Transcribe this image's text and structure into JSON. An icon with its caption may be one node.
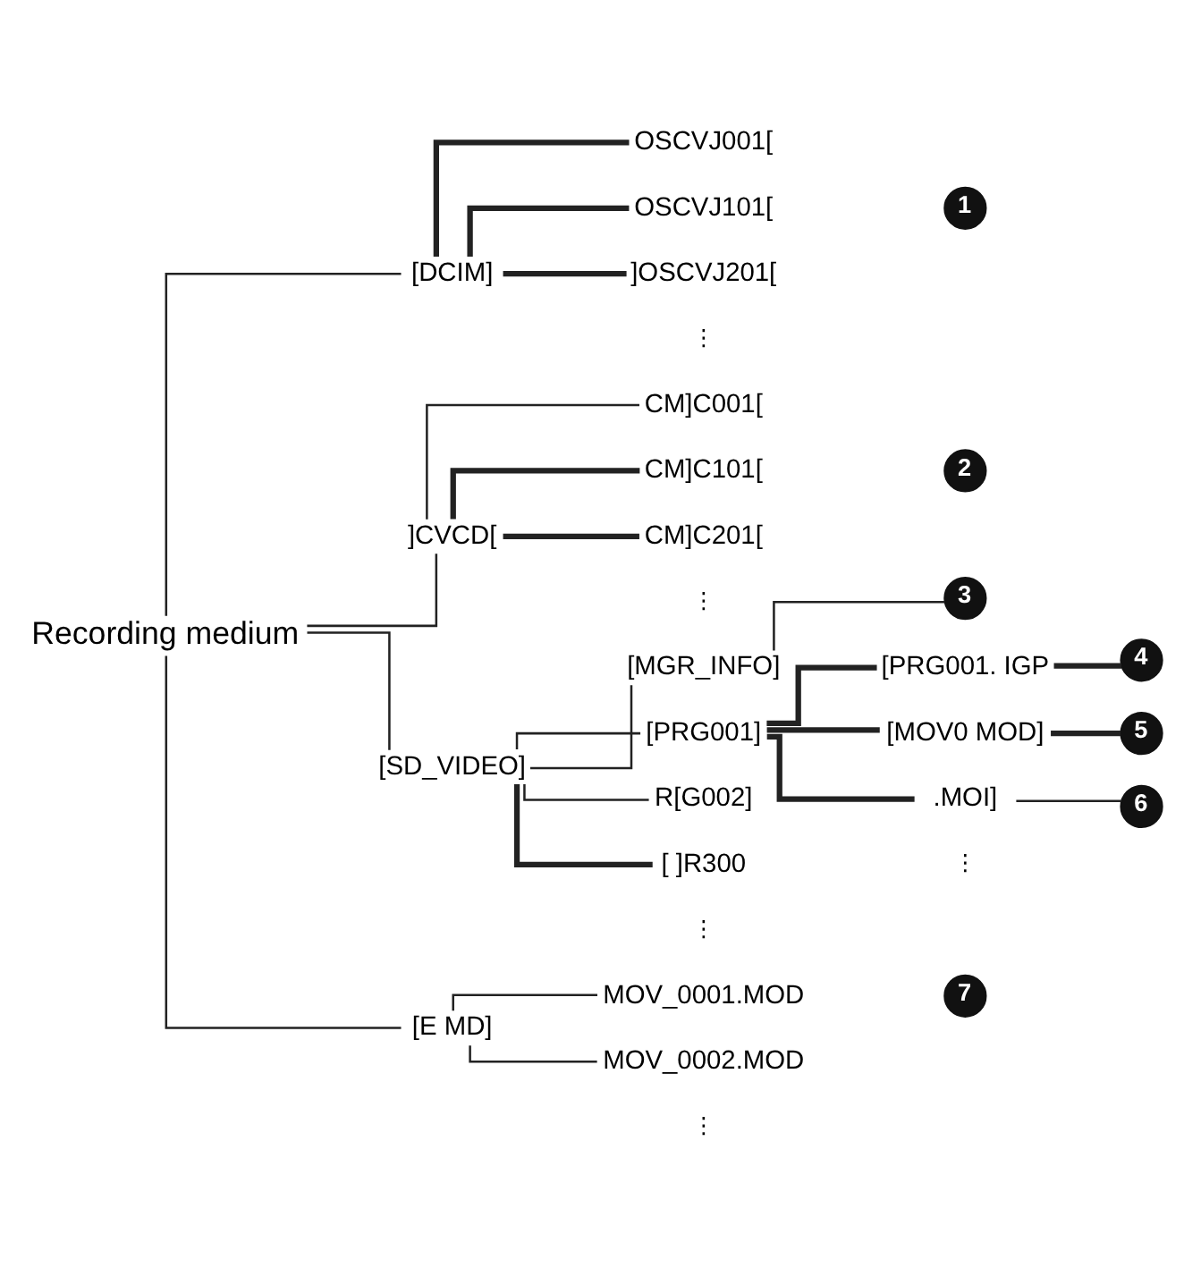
{
  "diagram": {
    "nodes": [
      {
        "text": [
          "Recording medium"
        ]
      },
      {
        "text": [
          "[DCIM]"
        ]
      },
      {
        "text": [
          "OSCVJ001["
        ]
      },
      {
        "text": [
          "OSCVJ101["
        ]
      },
      {
        "text": [
          "]OSCVJ201["
        ]
      },
      {
        "text": [
          "1"
        ]
      },
      {
        "text": [
          "]CVCD["
        ]
      },
      {
        "text": [
          "CM]C001["
        ]
      },
      {
        "text": [
          "CM]C101["
        ]
      },
      {
        "text": [
          "CM]C201["
        ]
      },
      {
        "text": [
          "2"
        ]
      },
      {
        "text": [
          "[SD_VIDEO]"
        ]
      },
      {
        "text": [
          "[MGR_INFO]"
        ]
      },
      {
        "text": [
          "3"
        ]
      },
      {
        "text": [
          "[PRG001]"
        ]
      },
      {
        "text": [
          "[PRG001. IGP"
        ]
      },
      {
        "text": [
          "4"
        ]
      },
      {
        "text": [
          "[MOV0 MOD]"
        ]
      },
      {
        "text": [
          "5"
        ]
      },
      {
        "text": [
          ".MOI]"
        ]
      },
      {
        "text": [
          "6"
        ]
      },
      {
        "text": [
          "R[G002]"
        ]
      },
      {
        "text": [
          "[ ]R300"
        ]
      },
      {
        "text": [
          "[E MD]"
        ]
      },
      {
        "text": [
          "MOV_0001.MOD"
        ]
      },
      {
        "text": [
          "MOV_0002.MOD"
        ]
      },
      {
        "text": [
          "7"
        ]
      }
    ],
    "edges": [
      {
        "from": 0,
        "to": 1,
        "arrow": "none"
      },
      {
        "from": 0,
        "to": 6,
        "arrow": "none"
      },
      {
        "from": 0,
        "to": 11,
        "arrow": "none"
      },
      {
        "from": 0,
        "to": 23,
        "arrow": "none"
      },
      {
        "from": 1,
        "to": 2,
        "arrow": "none",
        "style": "thick"
      },
      {
        "from": 1,
        "to": 3,
        "arrow": "none",
        "style": "thick"
      },
      {
        "from": 1,
        "to": 4,
        "arrow": "none",
        "style": "thick"
      },
      {
        "from": 6,
        "to": 7,
        "arrow": "none"
      },
      {
        "from": 6,
        "to": 8,
        "arrow": "none",
        "style": "thick"
      },
      {
        "from": 6,
        "to": 9,
        "arrow": "none",
        "style": "thick"
      },
      {
        "from": 11,
        "to": 12,
        "arrow": "none"
      },
      {
        "from": 12,
        "to": 13,
        "arrow": "none"
      },
      {
        "from": 11,
        "to": 14,
        "arrow": "none"
      },
      {
        "from": 14,
        "to": 15,
        "arrow": "none",
        "style": "thick"
      },
      {
        "from": 15,
        "to": 16,
        "arrow": "none",
        "style": "thick"
      },
      {
        "from": 14,
        "to": 17,
        "arrow": "none",
        "style": "thick"
      },
      {
        "from": 17,
        "to": 18,
        "arrow": "none",
        "style": "thick"
      },
      {
        "from": 14,
        "to": 19,
        "arrow": "none",
        "style": "thick"
      },
      {
        "from": 19,
        "to": 20,
        "arrow": "none"
      },
      {
        "from": 11,
        "to": 21,
        "arrow": "none"
      },
      {
        "from": 11,
        "to": 22,
        "arrow": "none",
        "style": "thick"
      },
      {
        "from": 23,
        "to": 24,
        "arrow": "none"
      },
      {
        "from": 23,
        "to": 25,
        "arrow": "none"
      }
    ],
    "labels": [
      "⋮",
      "⋮",
      "⋮",
      "⋮",
      "⋮"
    ]
  }
}
